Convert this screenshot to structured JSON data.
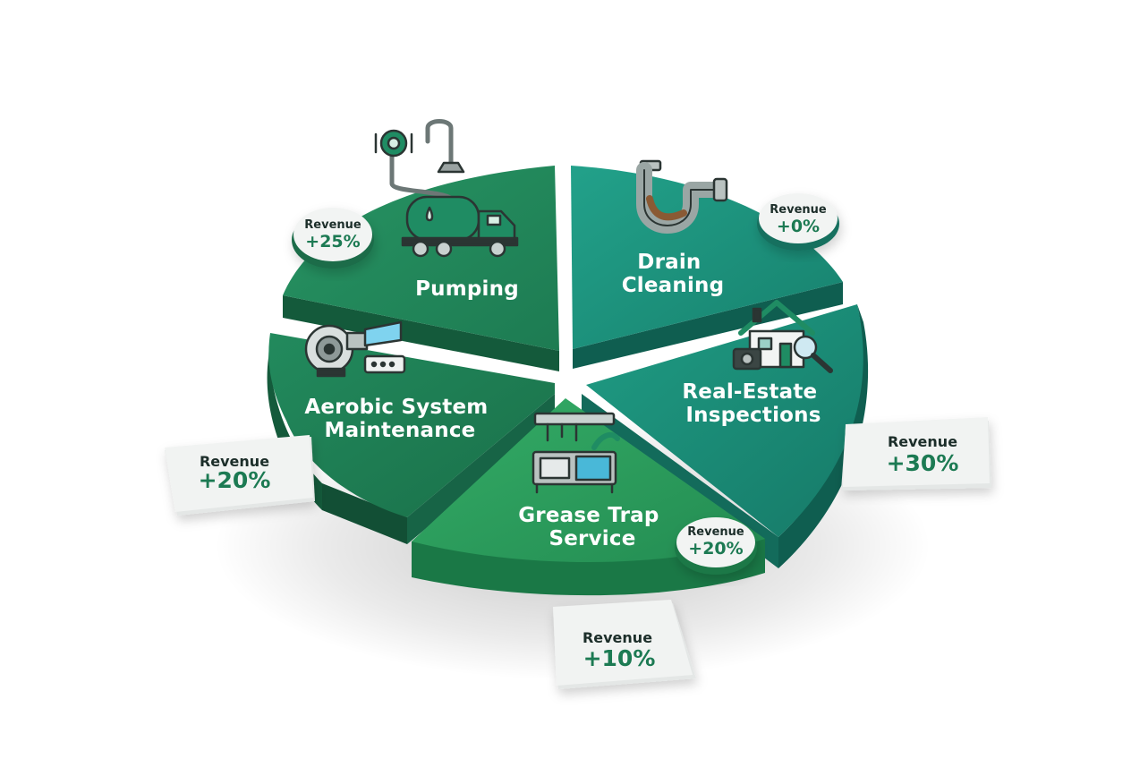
{
  "colors": {
    "accent": "#1e8a5a",
    "segment_dark": "#1f7f57",
    "segment_teal": "#1d9a86",
    "segment_light": "#2aa462",
    "badge_bg": "#f2f4f3",
    "card_bg": "#eceeed"
  },
  "segments": [
    {
      "key": "pumping",
      "label_lines": [
        "Pumping"
      ],
      "icon": "septic-pump-truck-icon"
    },
    {
      "key": "drain",
      "label_lines": [
        "Drain",
        "Cleaning"
      ],
      "icon": "drain-pipe-icon"
    },
    {
      "key": "realestate",
      "label_lines": [
        "Real-Estate",
        "Inspections"
      ],
      "icon": "house-inspection-icon"
    },
    {
      "key": "grease",
      "label_lines": [
        "Grease Trap",
        "Service"
      ],
      "icon": "kitchen-grease-trap-icon"
    },
    {
      "key": "aerobic",
      "label_lines": [
        "Aerobic System",
        "Maintenance"
      ],
      "icon": "aerobic-blower-icon"
    }
  ],
  "badges": [
    {
      "key": "pumping",
      "word": "Revenue",
      "value": "+25%"
    },
    {
      "key": "drain",
      "word": "Revenue",
      "value": "+0%"
    },
    {
      "key": "grease",
      "word": "Revenue",
      "value": "+20%"
    }
  ],
  "cards": [
    {
      "key": "aerobic",
      "word": "Revenue",
      "value": "+20%"
    },
    {
      "key": "realestate",
      "word": "Revenue",
      "value": "+30%"
    },
    {
      "key": "grease",
      "word": "Revenue",
      "value": "+10%"
    }
  ]
}
